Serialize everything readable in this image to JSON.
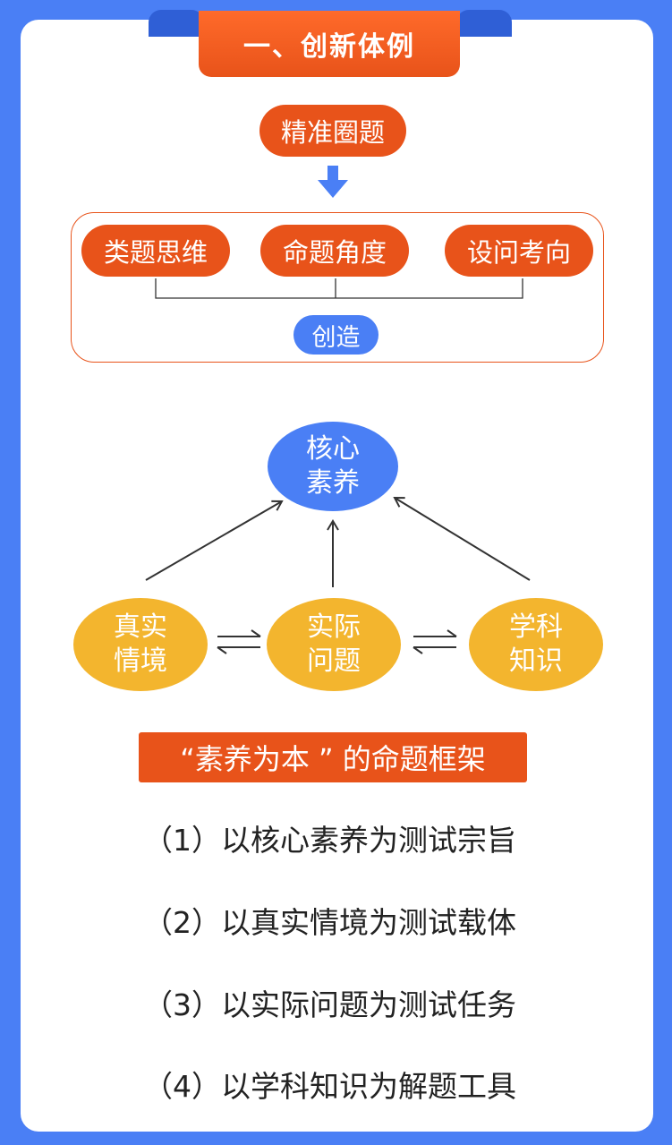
{
  "header": {
    "title": "一、创新体例"
  },
  "top_node": "精准圈题",
  "framework_boxes": [
    "类题思维",
    "命题角度",
    "设问考向"
  ],
  "create_label": "创造",
  "core_node": [
    "核心",
    "素养"
  ],
  "bottom_nodes": [
    {
      "line1": "真实",
      "line2": "情境"
    },
    {
      "line1": "实际",
      "line2": "问题"
    },
    {
      "line1": "学科",
      "line2": "知识"
    }
  ],
  "framework_title": "“素养为本 ” 的命题框架",
  "principles": [
    "（1）以核心素养为测试宗旨",
    "（2）以真实情境为测试载体",
    "（3）以实际问题为测试任务",
    "（4）以学科知识为解题工具"
  ],
  "colors": {
    "background": "#4a7ff5",
    "orange": "#e8531a",
    "yellow": "#f3b52e",
    "blue": "#4a7ff5"
  }
}
